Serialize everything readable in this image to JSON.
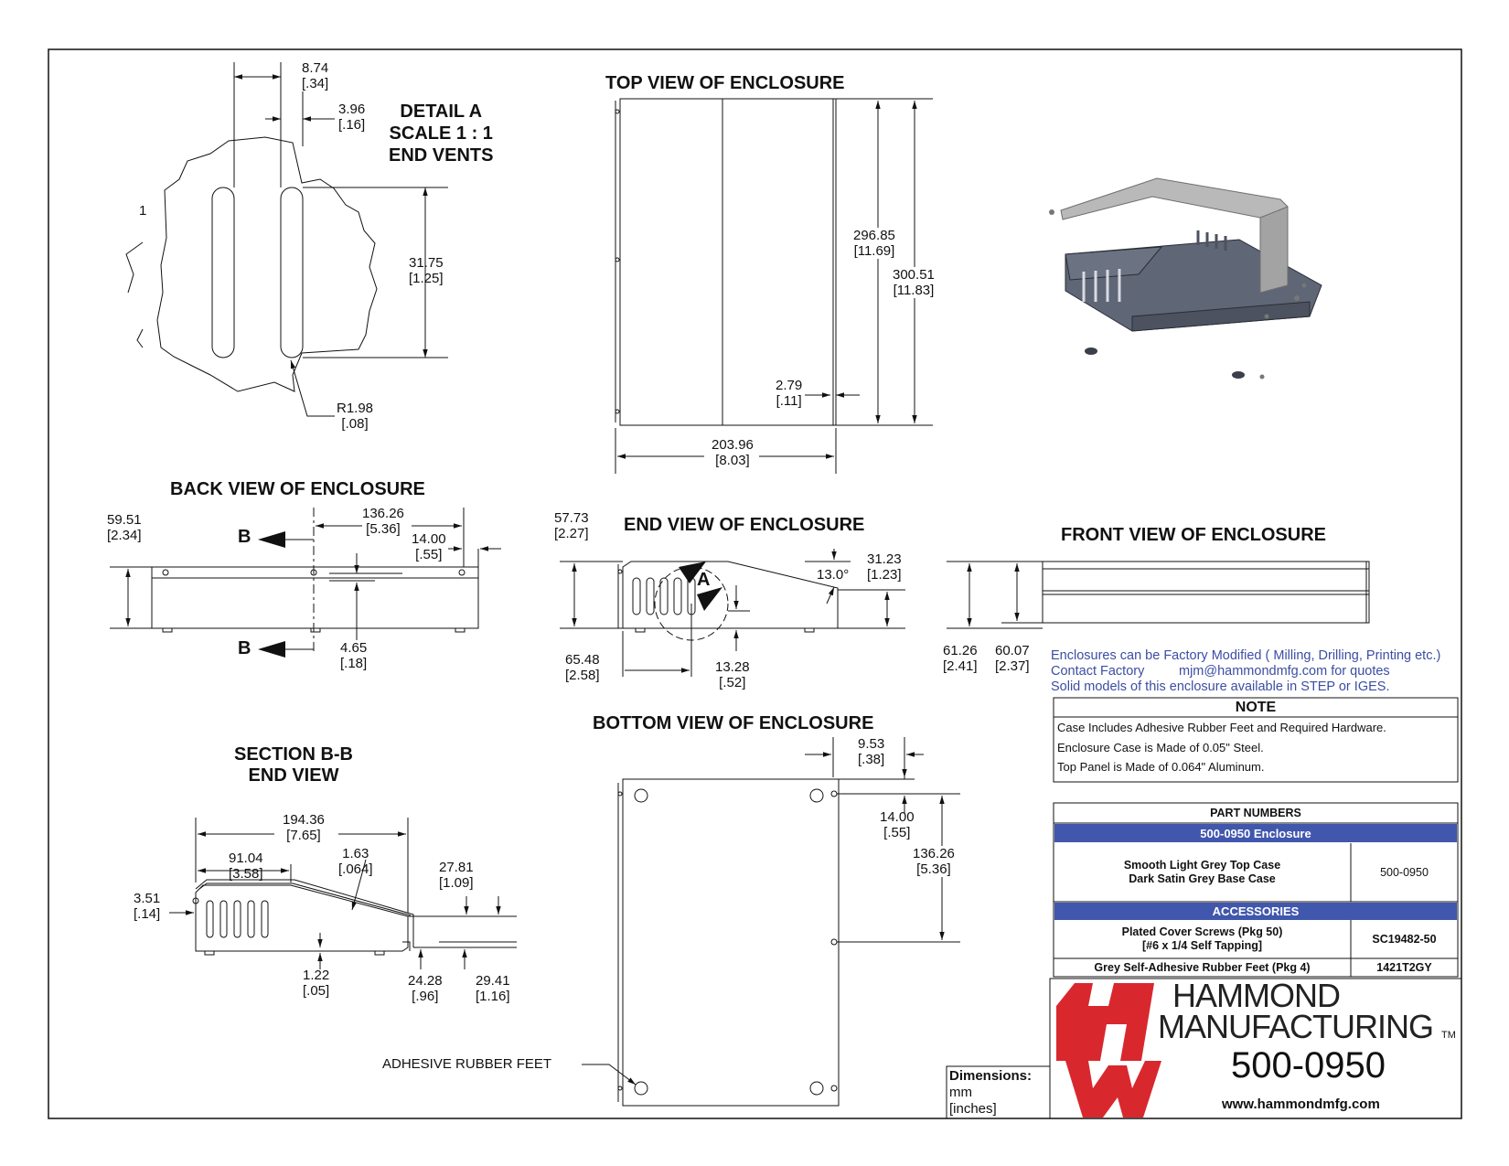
{
  "views": {
    "top": "TOP VIEW OF ENCLOSURE",
    "back": "BACK VIEW OF ENCLOSURE",
    "end": "END VIEW OF ENCLOSURE",
    "front": "FRONT VIEW OF ENCLOSURE",
    "bottom": "BOTTOM VIEW OF ENCLOSURE",
    "section_line1": "SECTION B-B",
    "section_line2": "END VIEW"
  },
  "detail": {
    "line1": "DETAIL  A",
    "line2": "SCALE 1 : 1",
    "line3": "END VENTS",
    "d1_mm": "8.74",
    "d1_in": "[.34]",
    "d2_mm": "3.96",
    "d2_in": "[.16]",
    "d3_mm": "31.75",
    "d3_in": "[1.25]",
    "r_mm": "R1.98",
    "r_in": "[.08]",
    "edge_mark": "1"
  },
  "top_dims": {
    "h1_mm": "296.85",
    "h1_in": "[11.69]",
    "h2_mm": "300.51",
    "h2_in": "[11.83]",
    "g_mm": "2.79",
    "g_in": "[.11]",
    "w_mm": "203.96",
    "w_in": "[8.03]"
  },
  "back_dims": {
    "h_mm": "59.51",
    "h_in": "[2.34]",
    "s_mm": "136.26",
    "s_in": "[5.36]",
    "e_mm": "14.00",
    "e_in": "[.55]",
    "o_mm": "4.65",
    "o_in": "[.18]",
    "section_mark": "B"
  },
  "end_dims": {
    "h_mm": "57.73",
    "h_in": "[2.27]",
    "t_mm": "31.23",
    "t_in": "[1.23]",
    "angle": "13.0°",
    "detail_mark": "A",
    "v_mm": "65.48",
    "v_in": "[2.58]",
    "b_mm": "13.28",
    "b_in": "[.52]"
  },
  "front_dims": {
    "h1_mm": "61.26",
    "h1_in": "[2.41]",
    "h2_mm": "60.07",
    "h2_in": "[2.37]"
  },
  "section_dims": {
    "w_mm": "194.36",
    "w_in": "[7.65]",
    "s_mm": "91.04",
    "s_in": "[3.58]",
    "t_mm": "1.63",
    "t_in": "[.064]",
    "h_mm": "27.81",
    "h_in": "[1.09]",
    "l_mm": "3.51",
    "l_in": "[.14]",
    "b_mm": "1.22",
    "b_in": "[.05]",
    "f1_mm": "24.28",
    "f1_in": "[.96]",
    "f2_mm": "29.41",
    "f2_in": "[1.16]"
  },
  "bottom_dims": {
    "a_mm": "9.53",
    "a_in": "[.38]",
    "b_mm": "14.00",
    "b_in": "[.55]",
    "c_mm": "136.26",
    "c_in": "[5.36]",
    "feet_label": "ADHESIVE RUBBER FEET"
  },
  "info": {
    "line1": "Enclosures can be Factory Modified ( Milling, Drilling, Printing etc.)",
    "line2a": "Contact Factory",
    "line2b": "mjm@hammondmfg.com for quotes",
    "line3": "Solid models of this enclosure available in STEP or IGES."
  },
  "note": {
    "heading": "NOTE",
    "lines": [
      "Case Includes Adhesive Rubber Feet and Required Hardware.",
      "Enclosure Case is Made of 0.05\" Steel.",
      "Top Panel is Made of 0.064\" Aluminum."
    ]
  },
  "parts": {
    "heading": "PART NUMBERS",
    "band1": "500-0950 Enclosure",
    "row1_desc1": "Smooth Light Grey Top Case",
    "row1_desc2": "Dark Satin Grey Base Case",
    "row1_pn": "500-0950",
    "band2": "ACCESSORIES",
    "row2_desc1": "Plated Cover Screws (Pkg 50)",
    "row2_desc2": "[#6 x 1/4 Self Tapping]",
    "row2_pn": "SC19482-50",
    "row3_desc": "Grey Self-Adhesive Rubber Feet (Pkg 4)",
    "row3_pn": "1421T2GY"
  },
  "title_block": {
    "company1": "HAMMOND",
    "company2": "MANUFACTURING",
    "tm": "TM",
    "part": "500-0950",
    "url": "www.hammondmfg.com"
  },
  "units": {
    "label": "Dimensions:",
    "mm": "mm",
    "inches": "[inches]"
  },
  "colors": {
    "logo_red": "#d8282e",
    "band_blue": "#4157ad",
    "info_blue": "#3b4ea3",
    "base_grey": "#5f6676",
    "lid_grey": "#b9b9b9"
  }
}
